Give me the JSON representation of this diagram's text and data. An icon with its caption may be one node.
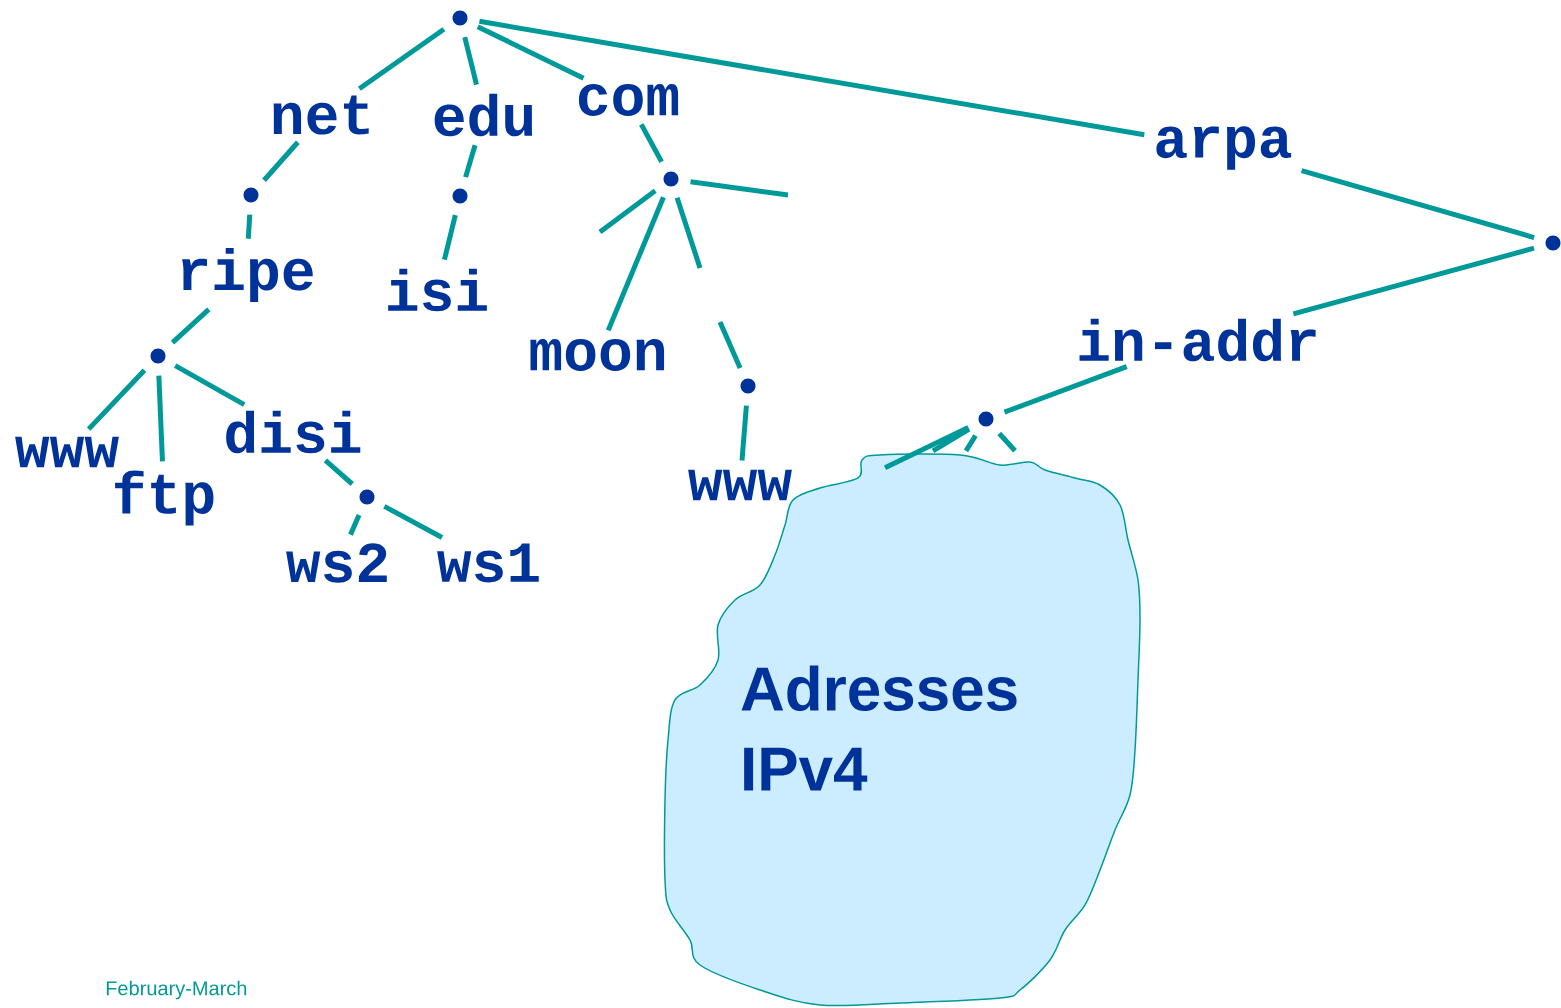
{
  "diagram": {
    "nodes": [
      {
        "text": [],
        "shape": "circle"
      },
      {
        "text": [
          "net"
        ]
      },
      {
        "text": [
          "edu"
        ]
      },
      {
        "text": [
          "com"
        ]
      },
      {
        "text": [
          "arpa"
        ]
      },
      {
        "text": [],
        "shape": "circle"
      },
      {
        "text": [
          "ripe"
        ]
      },
      {
        "text": [],
        "shape": "circle"
      },
      {
        "text": [
          "www"
        ]
      },
      {
        "text": [
          "ftp"
        ]
      },
      {
        "text": [
          "disi"
        ]
      },
      {
        "text": [],
        "shape": "circle"
      },
      {
        "text": [
          "ws2"
        ]
      },
      {
        "text": [
          "ws1"
        ]
      },
      {
        "text": [],
        "shape": "circle"
      },
      {
        "text": [
          "isi"
        ]
      },
      {
        "text": [],
        "shape": "circle"
      },
      {
        "text": [
          "moon"
        ]
      },
      {
        "text": [],
        "shape": "circle"
      },
      {
        "text": [
          "www"
        ]
      },
      {
        "text": [],
        "shape": "circle"
      },
      {
        "text": [
          "in-addr"
        ]
      },
      {
        "text": [],
        "shape": "circle"
      },
      {
        "text": [
          "Adresses IPv4"
        ]
      }
    ],
    "edges": [
      {
        "from": 0,
        "to": 1,
        "arrow": "none"
      },
      {
        "from": 0,
        "to": 2,
        "arrow": "none"
      },
      {
        "from": 0,
        "to": 3,
        "arrow": "none"
      },
      {
        "from": 0,
        "to": 4,
        "arrow": "none"
      },
      {
        "from": 1,
        "to": 5,
        "arrow": "none"
      },
      {
        "from": 5,
        "to": 6,
        "arrow": "none"
      },
      {
        "from": 6,
        "to": 7,
        "arrow": "none"
      },
      {
        "from": 7,
        "to": 8,
        "arrow": "none"
      },
      {
        "from": 7,
        "to": 9,
        "arrow": "none"
      },
      {
        "from": 7,
        "to": 10,
        "arrow": "none"
      },
      {
        "from": 10,
        "to": 11,
        "arrow": "none"
      },
      {
        "from": 11,
        "to": 12,
        "arrow": "none"
      },
      {
        "from": 11,
        "to": 13,
        "arrow": "none"
      },
      {
        "from": 2,
        "to": 14,
        "arrow": "none"
      },
      {
        "from": 14,
        "to": 15,
        "arrow": "none"
      },
      {
        "from": 3,
        "to": 16,
        "arrow": "none"
      },
      {
        "from": 16,
        "to": null,
        "arrow": "none"
      },
      {
        "from": 16,
        "to": null,
        "arrow": "none"
      },
      {
        "from": 16,
        "to": 17,
        "arrow": "none"
      },
      {
        "from": 16,
        "to": null,
        "arrow": "none"
      },
      {
        "from": null,
        "to": 18,
        "arrow": "none"
      },
      {
        "from": 18,
        "to": 19,
        "arrow": "none"
      },
      {
        "from": 4,
        "to": 20,
        "arrow": "none"
      },
      {
        "from": 20,
        "to": 21,
        "arrow": "none"
      },
      {
        "from": 21,
        "to": 22,
        "arrow": "none"
      },
      {
        "from": 22,
        "to": 23,
        "arrow": "none"
      },
      {
        "from": 22,
        "to": 23,
        "arrow": "none"
      },
      {
        "from": 22,
        "to": 23,
        "arrow": "none"
      },
      {
        "from": 22,
        "to": 23,
        "arrow": "none"
      }
    ],
    "labels": [
      "February-March"
    ]
  }
}
